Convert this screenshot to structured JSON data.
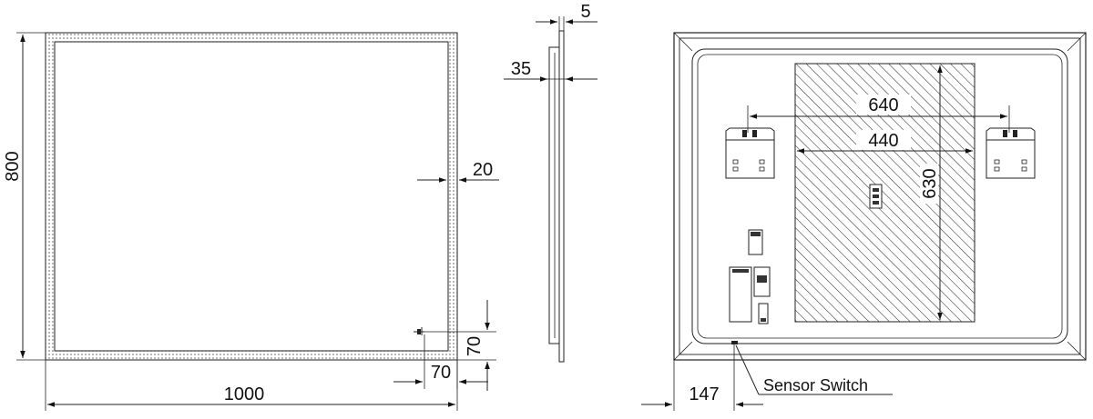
{
  "front_view": {
    "width_label": "1000",
    "height_label": "800",
    "led_strip_width_label": "20",
    "sensor_offset_x_label": "70",
    "sensor_offset_y_label": "70"
  },
  "side_view": {
    "glass_thickness_label": "5",
    "depth_label": "35"
  },
  "back_view": {
    "hanger_spacing_outer_label": "640",
    "hanger_spacing_inner_label": "440",
    "hatched_panel_height_label": "630",
    "sensor_offset_label": "147",
    "sensor_switch_label": "Sensor Switch"
  }
}
